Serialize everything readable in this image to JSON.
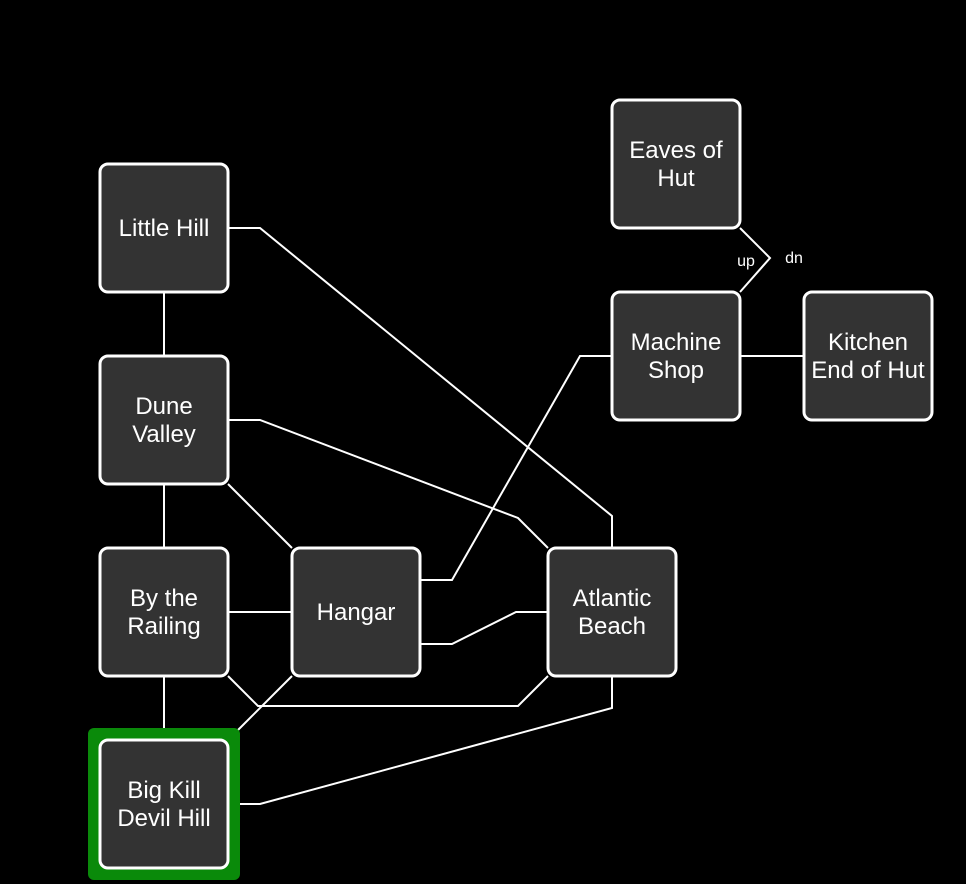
{
  "map": {
    "current_room": "big-kill-devil-hill",
    "highlight_color": "#0a8a0a",
    "room_fill": "#333333",
    "line_color": "#ffffff",
    "background": "#000000"
  },
  "rooms": [
    {
      "id": "little-hill",
      "label_lines": [
        "Little Hill"
      ]
    },
    {
      "id": "dune-valley",
      "label_lines": [
        "Dune",
        "Valley"
      ]
    },
    {
      "id": "by-the-railing",
      "label_lines": [
        "By the",
        "Railing"
      ]
    },
    {
      "id": "hangar",
      "label_lines": [
        "Hangar"
      ]
    },
    {
      "id": "atlantic-beach",
      "label_lines": [
        "Atlantic",
        "Beach"
      ]
    },
    {
      "id": "big-kill-devil-hill",
      "label_lines": [
        "Big Kill",
        "Devil Hill"
      ]
    },
    {
      "id": "eaves-of-hut",
      "label_lines": [
        "Eaves of",
        "Hut"
      ]
    },
    {
      "id": "machine-shop",
      "label_lines": [
        "Machine",
        "Shop"
      ]
    },
    {
      "id": "kitchen-end-of-hut",
      "label_lines": [
        "Kitchen",
        "End of Hut"
      ]
    }
  ],
  "exit_labels": {
    "up": "up",
    "dn": "dn"
  }
}
